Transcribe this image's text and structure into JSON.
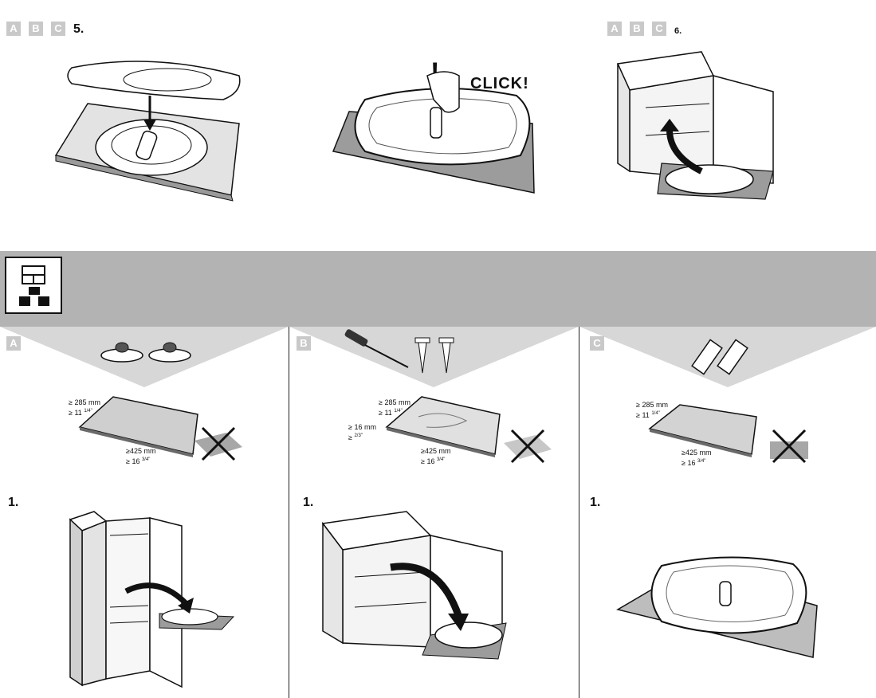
{
  "top": {
    "step5": {
      "tags": [
        "A",
        "B",
        "C"
      ],
      "number": "5."
    },
    "click_label": "CLICK!",
    "exclaim": "!",
    "step6": {
      "tags": [
        "A",
        "B",
        "C"
      ],
      "number": "6."
    }
  },
  "sections": [
    {
      "tag": "A",
      "dims": {
        "w_mm": "≥ 285 mm",
        "w_in": "≥ 11",
        "w_in_frac": "1/4\"",
        "l_mm": "≥425 mm",
        "l_in": "≥ 16",
        "l_in_frac": "3/4\""
      },
      "step": "1."
    },
    {
      "tag": "B",
      "dims": {
        "w_mm": "≥ 285 mm",
        "w_in": "≥ 11",
        "w_in_frac": "1/4\"",
        "t_mm": "≥ 16 mm",
        "t_in": "≥",
        "t_in_frac": "2/3\"",
        "l_mm": "≥425 mm",
        "l_in": "≥ 16",
        "l_in_frac": "3/4\""
      },
      "step": "1."
    },
    {
      "tag": "C",
      "dims": {
        "w_mm": "≥ 285 mm",
        "w_in": "≥ 11",
        "w_in_frac": "1/4\"",
        "l_mm": "≥425 mm",
        "l_in": "≥ 16",
        "l_in_frac": "3/4\""
      },
      "step": "1."
    }
  ],
  "colors": {
    "band": "#b3b3b3",
    "tag": "#c9c9c9",
    "line": "#111111"
  }
}
